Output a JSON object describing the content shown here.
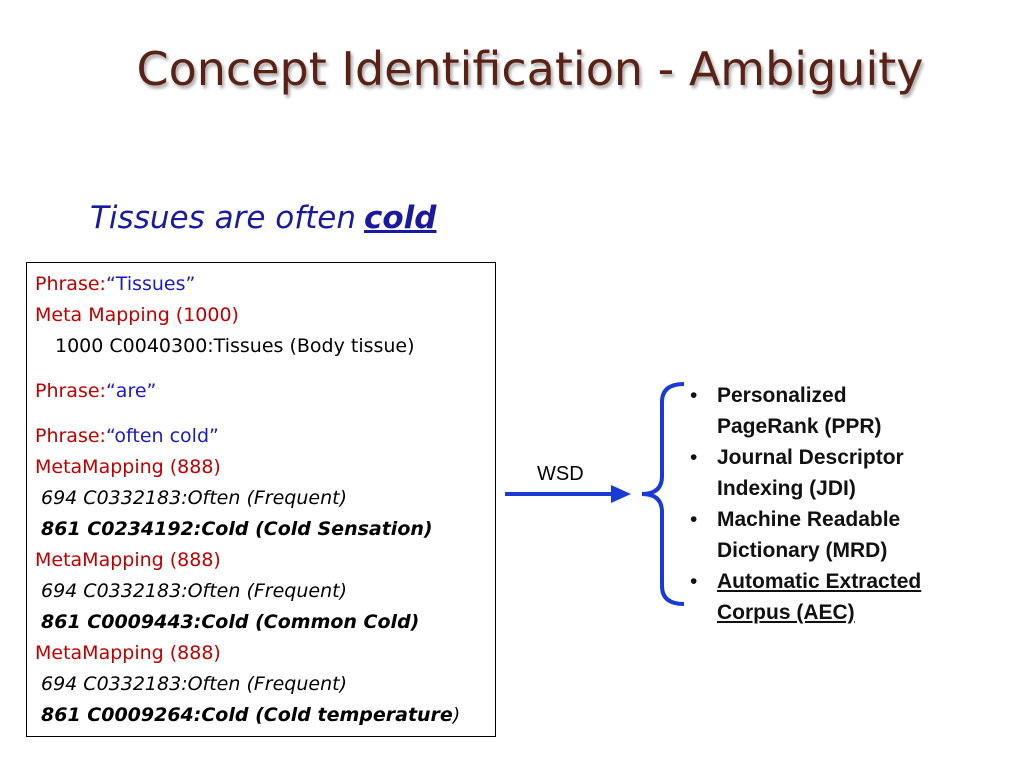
{
  "slide": {
    "title": "Concept Identification - Ambiguity",
    "sentence": "Tissues are often",
    "keyword": "cold"
  },
  "box": {
    "p1_label": "Phrase:",
    "p1_value": "“Tissues”",
    "p1_mapping": "Meta Mapping (1000)",
    "p1_entry": "1000 C0040300:Tissues (Body tissue)",
    "p2_label": "Phrase:",
    "p2_value": "“are”",
    "p3_label": "Phrase:",
    "p3_value": "“often cold”",
    "m1": "MetaMapping (888)",
    "m1_a": "694 C0332183:Often (Frequent)",
    "m1_b": "861 C0234192:Cold (Cold Sensation)",
    "m2": "MetaMapping (888)",
    "m2_a": "694 C0332183:Often (Frequent)",
    "m2_b": "861 C0009443:Cold (Common Cold)",
    "m3": "MetaMapping (888)",
    "m3_a": "694 C0332183:Often (Frequent)",
    "m3_b": "861 C0009264:Cold (Cold temperature",
    "m3_b_close": ")"
  },
  "wsd": {
    "label": "WSD"
  },
  "methods": [
    {
      "bullet": "•",
      "line1": "Personalized",
      "line2": "PageRank (PPR)"
    },
    {
      "bullet": "•",
      "line1": "Journal Descriptor",
      "line2": "Indexing (JDI)"
    },
    {
      "bullet": "•",
      "line1": "Machine Readable",
      "line2": "Dictionary (MRD)"
    },
    {
      "bullet": "•",
      "line1": "Automatic Extracted",
      "line2": "Corpus (AEC)"
    }
  ],
  "colors": {
    "title": "#5a2216",
    "sentence": "#1a1a9e",
    "phrase_label": "#c00000",
    "phrase_value": "#1a1ac8",
    "arrow": "#1a3ad6",
    "brace": "#1a3ad6"
  }
}
